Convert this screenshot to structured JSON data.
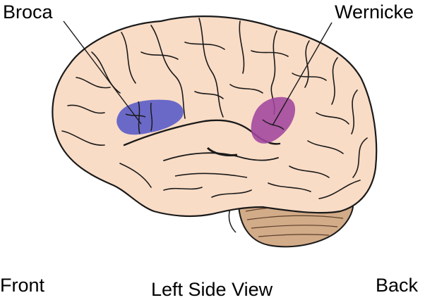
{
  "labels": {
    "broca": "Broca",
    "wernicke": "Wernicke",
    "front": "Front",
    "back": "Back",
    "view": "Left Side View"
  },
  "colors": {
    "brain_fill": "#f9dcc6",
    "brain_outline": "#1a1a1a",
    "cerebellum_fill": "#d2ab88",
    "broca_area": "#5a5cc8",
    "wernicke_area": "#a0459e",
    "background": "#ffffff"
  },
  "icons": [
    "brain-illustration"
  ]
}
